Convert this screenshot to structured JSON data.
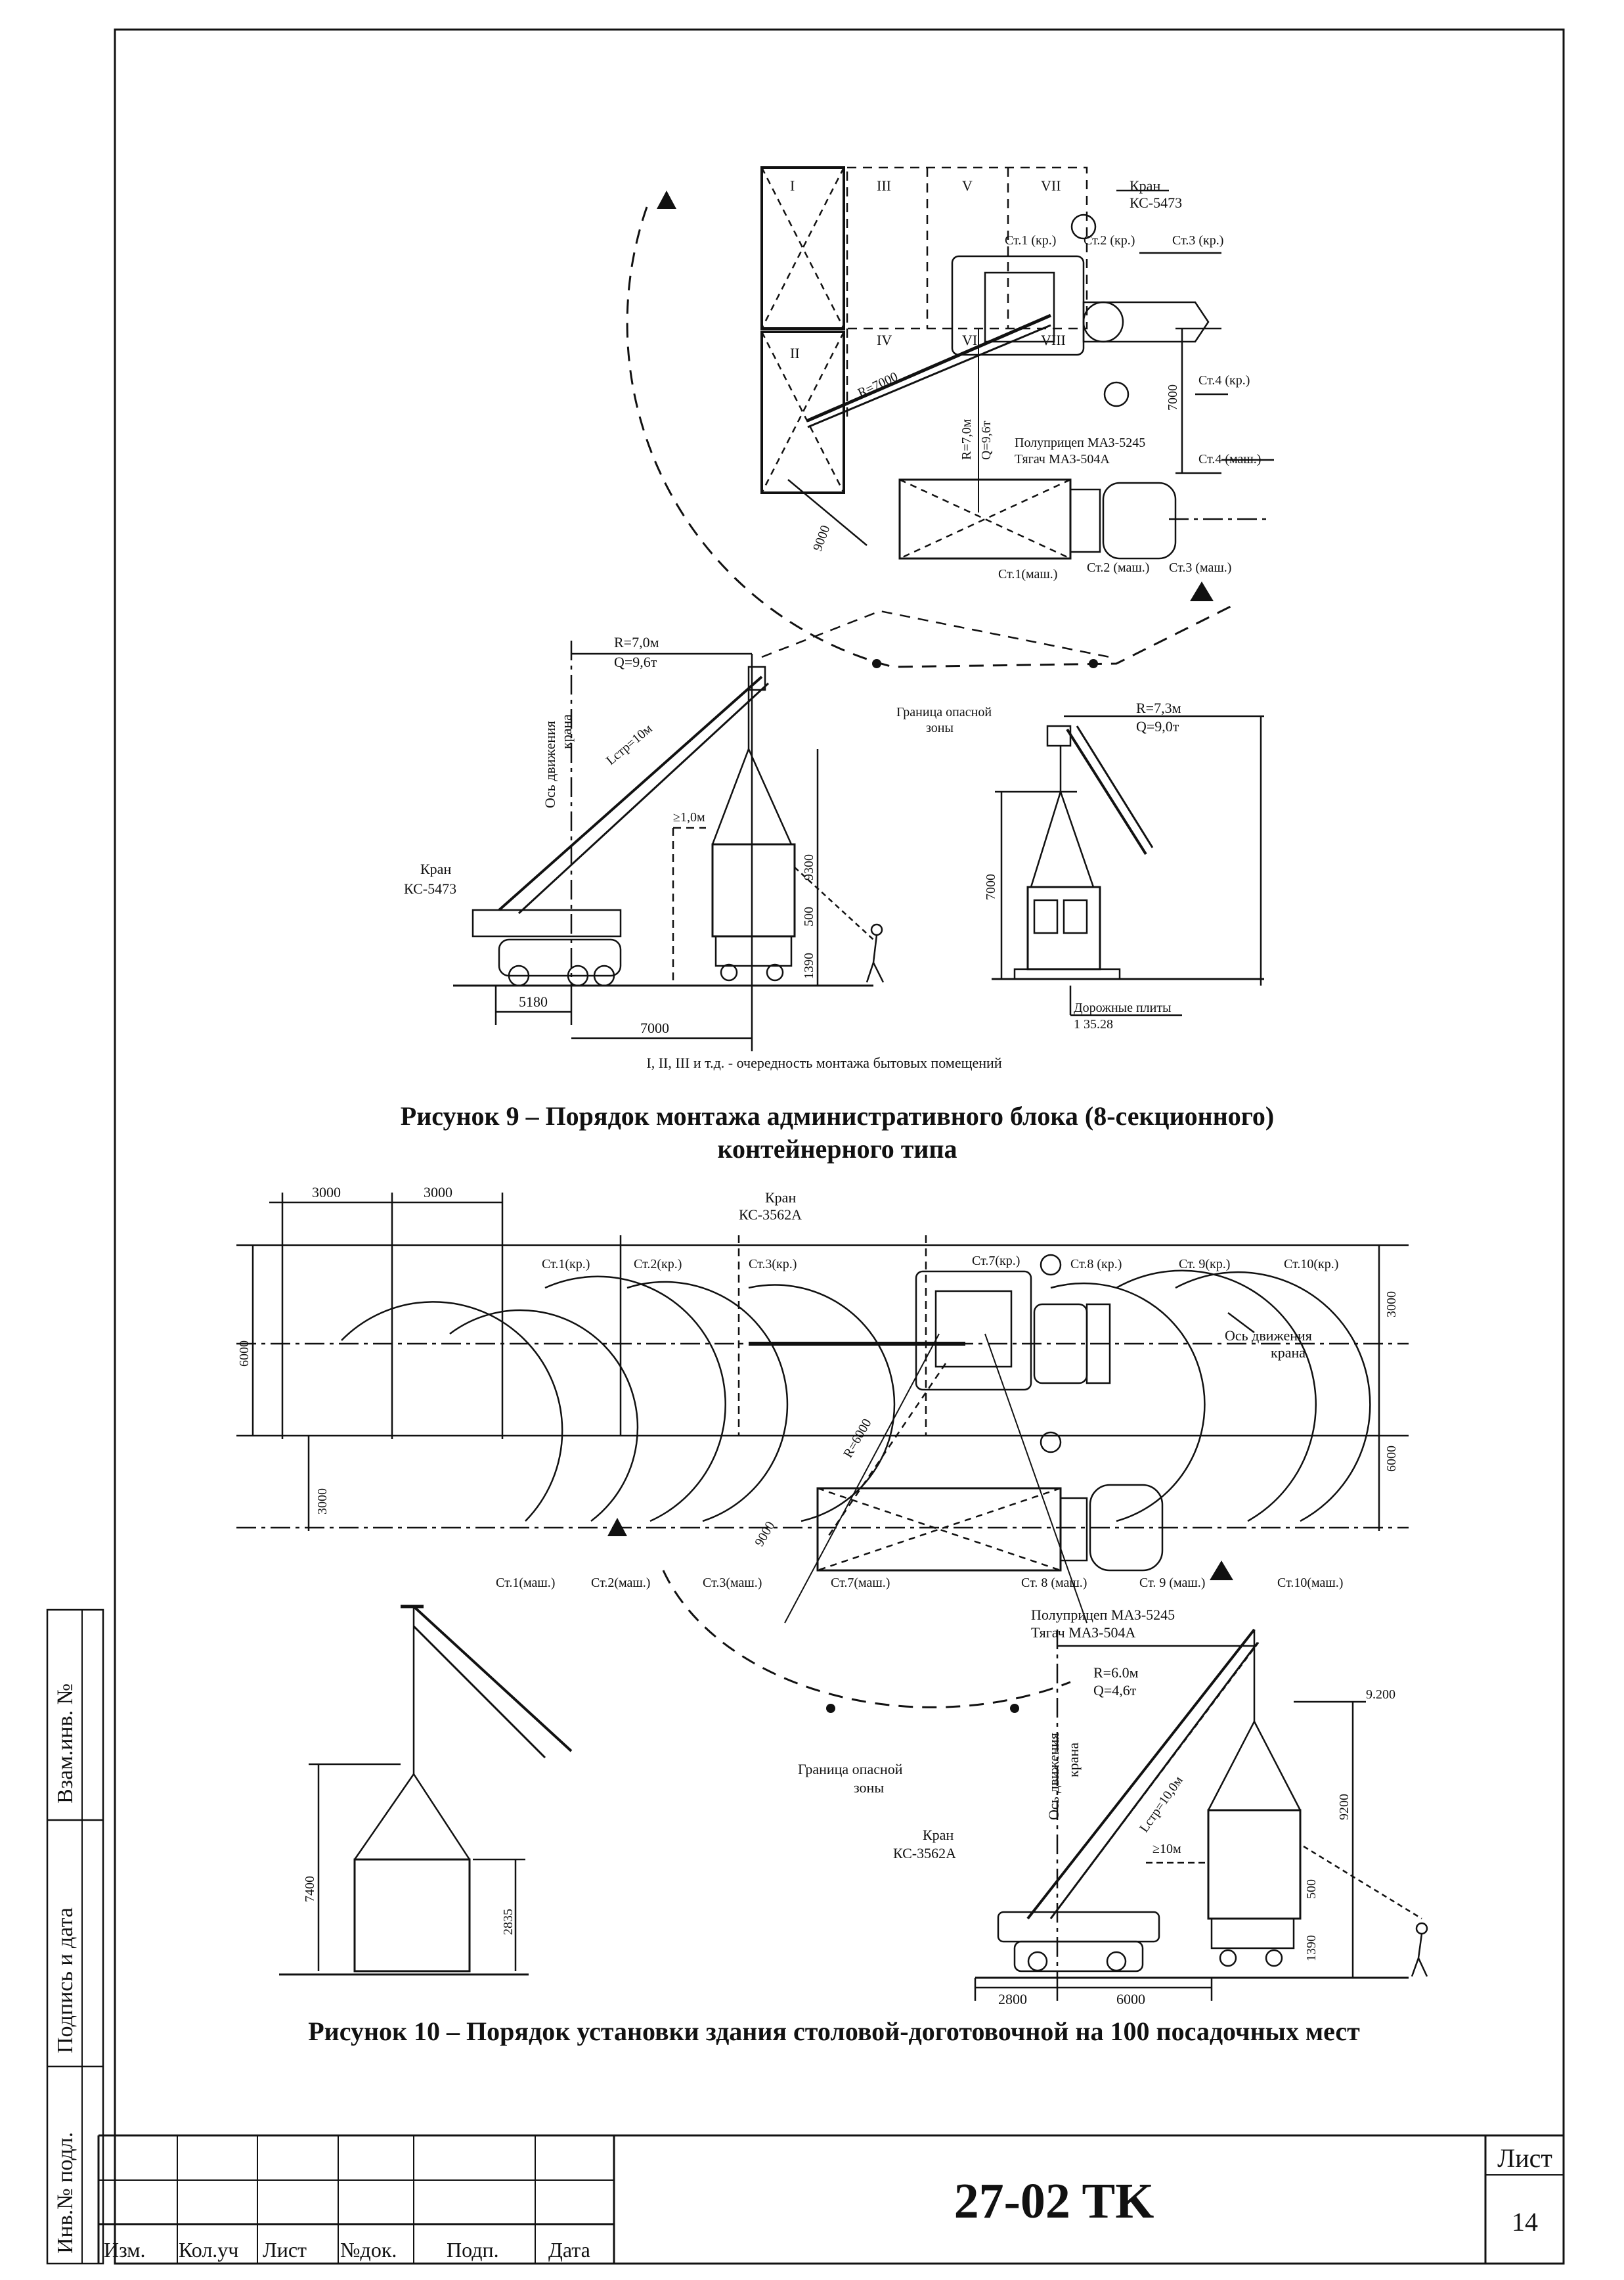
{
  "drawing": {
    "code": "27-02 TK",
    "sheet_label": "Лист",
    "sheet_number": "14"
  },
  "title_block": {
    "columns": [
      "Изм.",
      "Кол.уч",
      "Лист",
      "№док.",
      "Подп.",
      "Дата"
    ]
  },
  "side_stamp": {
    "replacement": "Взам.инв. №",
    "signature": "Подпись и дата",
    "original": "Инв.№ подл."
  },
  "figure9": {
    "caption_line1": "Рисунок 9 – Порядок монтажа административного блока (8-секционного)",
    "caption_line2": "контейнерного типа",
    "note": "I, II, III и т.д. - очередность монтажа бытовых помещений",
    "plan": {
      "crane": [
        "Кран",
        "КС-5473"
      ],
      "sections": [
        "I",
        "III",
        "V",
        "VII",
        "II",
        "IV",
        "VI",
        "VIII"
      ],
      "radius": "R=7000",
      "radius_vertical": "R=7,0м",
      "load_vertical": "Q=9,6т",
      "trailer": "Полуприцеп МАЗ-5245",
      "tractor": "Тягач МАЗ-504А",
      "crane_stops": [
        "Ст.1 (кр.)",
        "Ст.2 (кр.)",
        "Ст.3 (кр.)",
        "Ст.4 (кр.)"
      ],
      "truck_stops": [
        "Ст.1(маш.)",
        "Ст.2 (маш.)",
        "Ст.3 (маш.)",
        "Ст.4 (маш.)"
      ],
      "dims": [
        "7000",
        "9000"
      ],
      "danger_zone": [
        "Граница опасной",
        "зоны"
      ]
    },
    "elevation_left": {
      "radius": "R=7,0м",
      "load": "Q=9,6т",
      "axis": [
        "Ось движения",
        "крана"
      ],
      "boom": "Lстр=10м",
      "clearance": "≥1,0м",
      "crane": [
        "Кран",
        "КС-5473"
      ],
      "dims": [
        "9300",
        "500",
        "1390",
        "5180",
        "7000"
      ]
    },
    "elevation_right": {
      "radius": "R=7,3м",
      "load": "Q=9,0т",
      "height": "7000",
      "plates": "Дорожные плиты",
      "plates_code": "1 35.28"
    }
  },
  "figure10": {
    "caption": "Рисунок 10 – Порядок установки здания столовой-доготовочной на 100 посадочных мест",
    "plan": {
      "crane": [
        "Кран",
        "КС-3562А"
      ],
      "module_dims": [
        "3000",
        "3000"
      ],
      "crane_stops": [
        "Ст.1(кр.)",
        "Ст.2(кр.)",
        "Ст.3(кр.)",
        "Ст.7(кр.)",
        "Ст.8 (кр.)",
        "Ст. 9(кр.)",
        "Ст.10(кр.)"
      ],
      "truck_stops": [
        "Ст.1(маш.)",
        "Ст.2(маш.)",
        "Ст.3(маш.)",
        "Ст.7(маш.)",
        "Ст. 8 (маш.)",
        "Ст. 9 (маш.)",
        "Ст.10(маш.)"
      ],
      "axis": [
        "Ось движения",
        "крана"
      ],
      "radius": "R=6000",
      "reach": "9000",
      "side_dims": [
        "6000",
        "3000",
        "6000",
        "3000"
      ],
      "trailer": "Полуприцеп МАЗ-5245",
      "tractor": "Тягач МАЗ-504А",
      "danger_zone": [
        "Граница опасной",
        "зоны"
      ]
    },
    "elevation_left": {
      "dims": [
        "7400",
        "2835"
      ]
    },
    "elevation_right": {
      "radius": "R=6.0м",
      "load": "Q=4,6т",
      "axis": [
        "Ось движения",
        "крана"
      ],
      "boom": "Lстр=10,0м",
      "clearance": "≥10м",
      "crane": [
        "Кран",
        "КС-3562А"
      ],
      "dims": [
        "9.200",
        "9200",
        "500",
        "1390",
        "2800",
        "6000"
      ]
    }
  }
}
